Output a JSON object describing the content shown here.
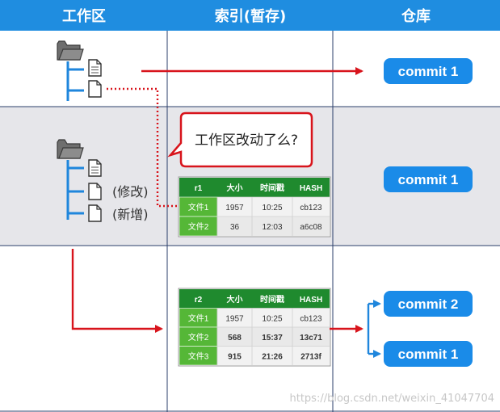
{
  "columns": {
    "workspace": "工作区",
    "index": "索引(暂存)",
    "repository": "仓库"
  },
  "colors": {
    "header_bg": "#1f8de0",
    "row_band": "#e6e6ea",
    "grid_line": "#2b3f6b",
    "arrow_red": "#d8141c",
    "tree_blue": "#1f86dc",
    "commit_bg": "#1a8be8",
    "table_header": "#1f8a2e",
    "table_first_col": "#55b737"
  },
  "row1": {
    "commit": "commit 1"
  },
  "row2": {
    "callout": "工作区改动了么?",
    "file_modified": "(修改)",
    "file_new": "(新增)",
    "table": {
      "headers": [
        "r1",
        "大小",
        "时间戳",
        "HASH"
      ],
      "rows": [
        [
          "文件1",
          "1957",
          "10:25",
          "cb123"
        ],
        [
          "文件2",
          "36",
          "12:03",
          "a6c08"
        ]
      ]
    },
    "commit": "commit 1"
  },
  "row3": {
    "table": {
      "headers": [
        "r2",
        "大小",
        "时间戳",
        "HASH"
      ],
      "rows": [
        [
          "文件1",
          "1957",
          "10:25",
          "cb123"
        ],
        [
          "文件2",
          "568",
          "15:37",
          "13c71"
        ],
        [
          "文件3",
          "915",
          "21:26",
          "2713f"
        ]
      ]
    },
    "commit_top": "commit 2",
    "commit_bottom": "commit 1"
  },
  "watermark": "https://blog.csdn.net/weixin_41047704"
}
